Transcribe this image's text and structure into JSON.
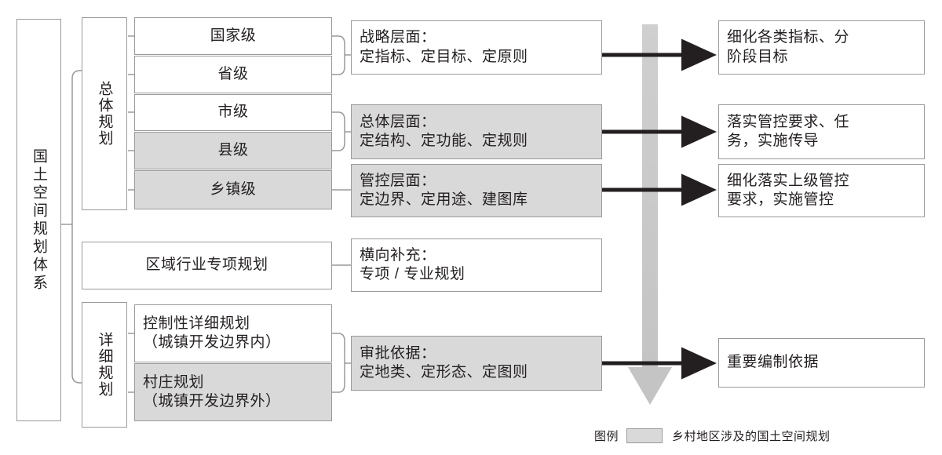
{
  "diagram": {
    "title": "国土空间规划体系",
    "root": {
      "label": "国土空间规划体系"
    },
    "groups": [
      {
        "id": "overall",
        "label": "总体规划"
      },
      {
        "id": "detailed",
        "label": "详细规划"
      }
    ],
    "levels": [
      {
        "id": "national",
        "label": "国家级",
        "shaded": false
      },
      {
        "id": "provincial",
        "label": "省级",
        "shaded": false
      },
      {
        "id": "municipal",
        "label": "市级",
        "shaded": false
      },
      {
        "id": "county",
        "label": "县级",
        "shaded": true
      },
      {
        "id": "township",
        "label": "乡镇级",
        "shaded": true
      }
    ],
    "special_plan": {
      "id": "regional-sector",
      "label": "区域行业专项规划",
      "shaded": false
    },
    "detail_plans": [
      {
        "id": "regulatory-detailed",
        "label": "控制性详细规划\n（城镇开发边界内）",
        "shaded": false
      },
      {
        "id": "village-plan",
        "label": "村庄规划\n（城镇开发边界外）",
        "shaded": true
      }
    ],
    "aspects": [
      {
        "id": "strategic",
        "label": "战略层面：\n定指标、定目标、定原则",
        "shaded": false
      },
      {
        "id": "overall",
        "label": "总体层面：\n定结构、定功能、定规则",
        "shaded": true
      },
      {
        "id": "control",
        "label": "管控层面：\n定边界、定用途、建图库",
        "shaded": true
      },
      {
        "id": "horizontal",
        "label": "横向补充：\n专项 / 专业规划",
        "shaded": false
      },
      {
        "id": "approval",
        "label": "审批依据：\n定地类、定形态、定图则",
        "shaded": true
      }
    ],
    "outcomes": [
      {
        "id": "refine-indicators",
        "label": "细化各类指标、分\n阶段目标",
        "shaded": false
      },
      {
        "id": "implement-control",
        "label": "落实管控要求、任\n务，实施传导",
        "shaded": false
      },
      {
        "id": "refine-upper",
        "label": "细化落实上级管控\n要求，实施管控",
        "shaded": false
      },
      {
        "id": "key-basis",
        "label": "重要编制依据",
        "shaded": false
      }
    ],
    "flow_arrow": {
      "name": "downward-gradient-arrow",
      "direction": "down"
    },
    "legend": {
      "label": "图例",
      "swatch_color": "#d9d9d9",
      "text": "乡村地区涉及的国土空间规划"
    },
    "colors": {
      "border": "#9a9a9a",
      "shaded_fill": "#d9d9d9",
      "text": "#231f20",
      "arrow": "#231f20",
      "flow_arrow": "#c9c9c9"
    }
  }
}
